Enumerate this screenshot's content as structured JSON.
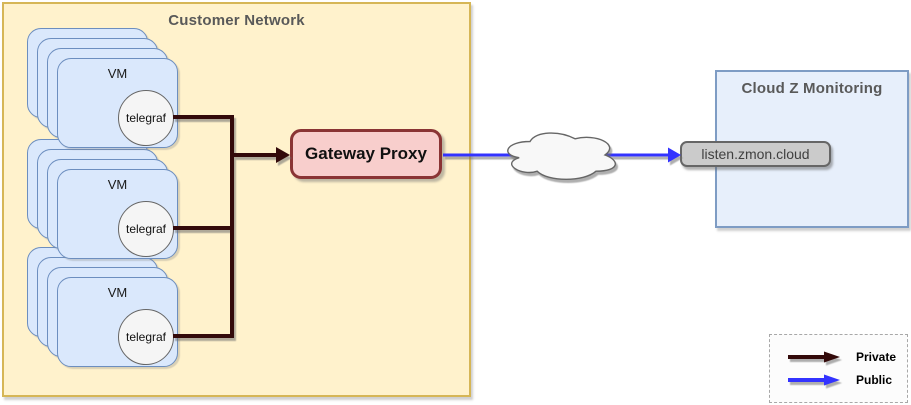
{
  "diagram": {
    "customer_network": {
      "title": "Customer Network"
    },
    "stacks": [
      {
        "vm_label": "VM",
        "agent_label": "telegraf"
      },
      {
        "vm_label": "VM",
        "agent_label": "telegraf"
      },
      {
        "vm_label": "VM",
        "agent_label": "telegraf"
      }
    ],
    "gateway_proxy": {
      "label": "Gateway Proxy"
    },
    "cloud_z": {
      "title": "Cloud Z Monitoring"
    },
    "endpoint": {
      "label": "listen.zmon.cloud"
    },
    "legend": {
      "items": [
        {
          "label": "Private",
          "color": "#330A0A"
        },
        {
          "label": "Public",
          "color": "#3333FF"
        }
      ]
    },
    "colors": {
      "private_line": "#330A0A",
      "public_line": "#3333FF",
      "customer_fill": "#FFF2CC",
      "customer_border": "#D6B656",
      "vm_fill": "#DAE8FC",
      "vm_border": "#6C8EBF",
      "proxy_fill": "#F8CECC",
      "proxy_border": "#8A3434",
      "monitoring_fill": "#E7EFFB",
      "monitoring_border": "#7E9CC4",
      "endpoint_fill": "#CBCBCB",
      "endpoint_border": "#666666",
      "cloud_fill": "#F8F8F8",
      "cloud_border": "#666666"
    }
  }
}
